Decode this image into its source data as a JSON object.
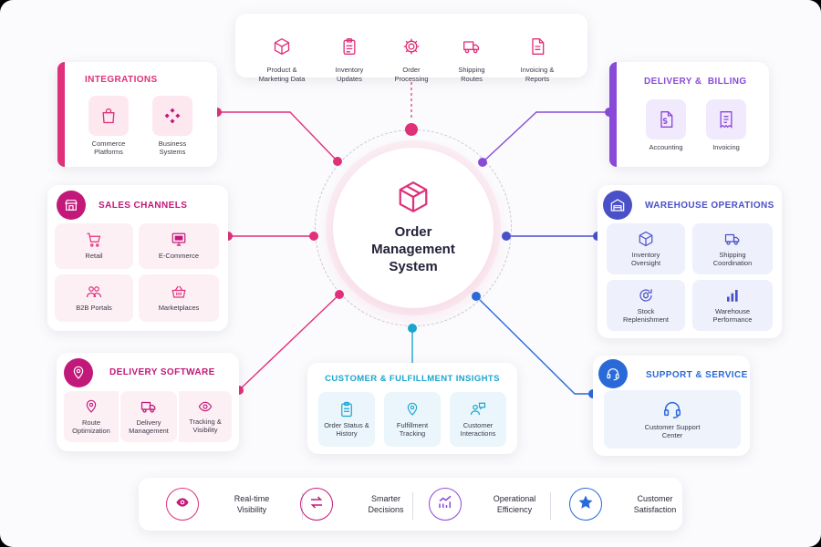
{
  "colors": {
    "pink": "#e0307a",
    "magenta": "#c2187a",
    "purple": "#8a4ad8",
    "indigo": "#4a50c8",
    "blue": "#2a6ad8",
    "cyan": "#1aa5d0"
  },
  "hub": {
    "title": "Order\nManagement\nSystem",
    "icon": "box-icon"
  },
  "top_bar": {
    "items": [
      {
        "label": "Product &\nMarketing Data",
        "icon": "box-icon"
      },
      {
        "label": "Inventory\nUpdates",
        "icon": "clipboard-icon"
      },
      {
        "label": "Order\nProcessing",
        "icon": "gear-icon"
      },
      {
        "label": "Shipping\nRoutes",
        "icon": "truck-icon"
      },
      {
        "label": "Invoicing &\nReports",
        "icon": "document-icon"
      }
    ]
  },
  "integrations": {
    "title": "Integrations",
    "items": [
      {
        "label": "Commerce\nPlatforms",
        "icon": "shopping-bag-icon"
      },
      {
        "label": "Business\nSystems",
        "icon": "diamond-grid-icon"
      }
    ]
  },
  "sales_channels": {
    "title": "Sales Channels",
    "badge_icon": "storefront-icon",
    "items": [
      {
        "label": "Retail",
        "icon": "cart-icon"
      },
      {
        "label": "E-Commerce",
        "icon": "monitor-store-icon"
      },
      {
        "label": "B2B Portals",
        "icon": "people-icon"
      },
      {
        "label": "Marketplaces",
        "icon": "basket-icon"
      }
    ]
  },
  "delivery_software": {
    "title": "Delivery Software",
    "badge_icon": "map-pin-icon",
    "items": [
      {
        "label": "Route\nOptimization",
        "icon": "map-pin-icon"
      },
      {
        "label": "Delivery\nManagement",
        "icon": "truck-icon"
      },
      {
        "label": "Tracking &\nVisibility",
        "icon": "eye-icon"
      }
    ]
  },
  "insights": {
    "title": "Customer & Fulfillment Insights",
    "items": [
      {
        "label": "Order Status &\nHistory",
        "icon": "clipboard-icon"
      },
      {
        "label": "Fulfillment\nTracking",
        "icon": "map-pin-icon"
      },
      {
        "label": "Customer\nInteractions",
        "icon": "chat-users-icon"
      }
    ]
  },
  "delivery_billing": {
    "title": "Delivery &  Billing",
    "items": [
      {
        "label": "Accounting",
        "icon": "invoice-dollar-icon"
      },
      {
        "label": "Invoicing",
        "icon": "receipt-icon"
      }
    ]
  },
  "warehouse": {
    "title": "Warehouse Operations",
    "badge_icon": "warehouse-icon",
    "items": [
      {
        "label": "Inventory\nOversight",
        "icon": "box-icon"
      },
      {
        "label": "Shipping\nCoordination",
        "icon": "truck-icon"
      },
      {
        "label": "Stock\nReplenishment",
        "icon": "refresh-box-icon"
      },
      {
        "label": "Warehouse\nPerformance",
        "icon": "bar-chart-icon"
      }
    ]
  },
  "support": {
    "title": "Support & Service",
    "badge_icon": "headset-icon",
    "items": [
      {
        "label": "Customer Support\nCenter",
        "icon": "headset-icon"
      }
    ]
  },
  "benefits": [
    {
      "label": "Real-time\nVisibility",
      "icon": "eye-icon"
    },
    {
      "label": "Smarter\nDecisions",
      "icon": "arrows-swap-icon"
    },
    {
      "label": "Operational\nEfficiency",
      "icon": "trend-chart-icon"
    },
    {
      "label": "Customer\nSatisfaction",
      "icon": "star-icon"
    }
  ]
}
